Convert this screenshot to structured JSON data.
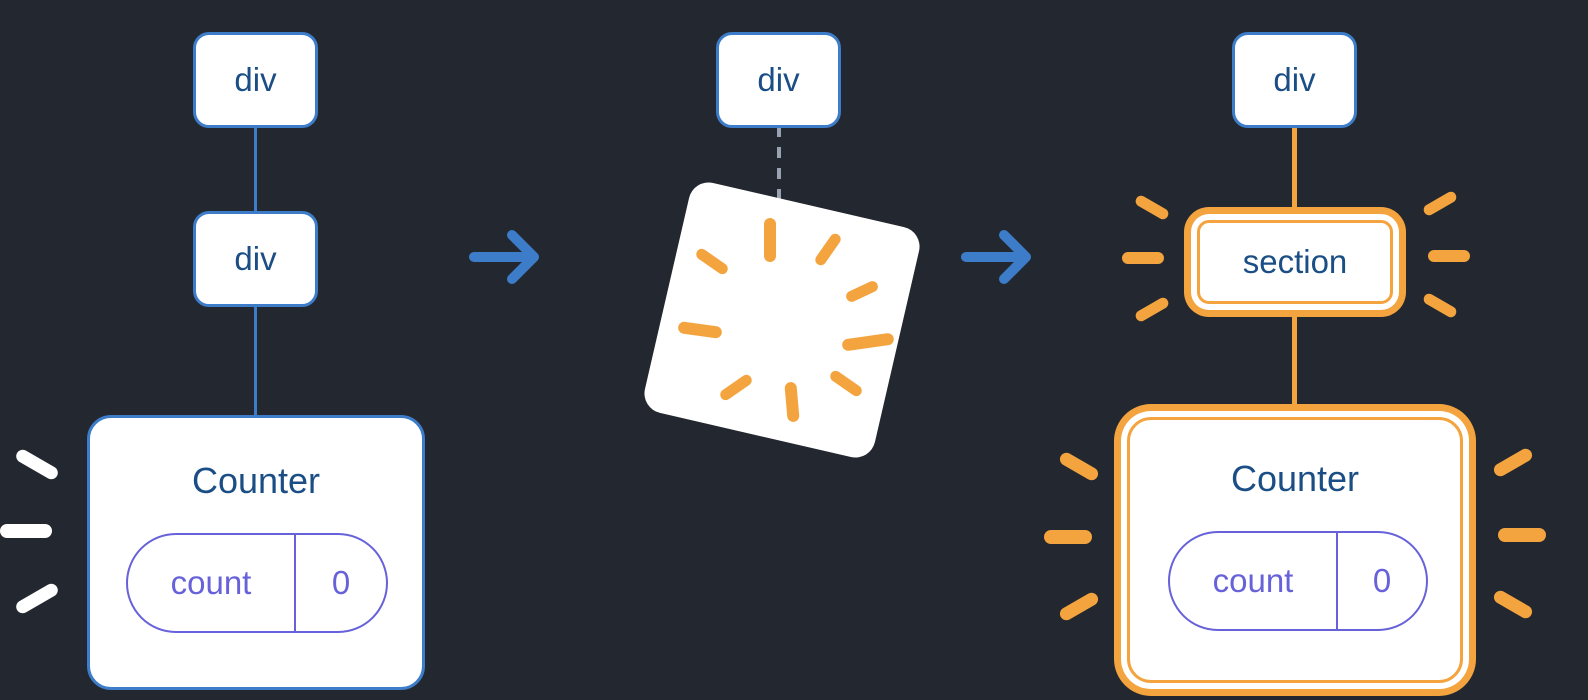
{
  "before": {
    "root": "div",
    "child": "div",
    "component": "Counter",
    "state": {
      "key": "count",
      "value": "0"
    }
  },
  "during": {
    "root": "div"
  },
  "after": {
    "root": "div",
    "child": "section",
    "component": "Counter",
    "state": {
      "key": "count",
      "value": "0"
    }
  },
  "icons": {
    "arrow": "arrow-right-icon",
    "spark": "spark-icon",
    "poof": "poof-square-icon"
  },
  "colors": {
    "background": "#23272F",
    "node_border_blue": "#3D7CC9",
    "node_text_navy": "#1A4E85",
    "state_purple": "#6762D9",
    "highlight_orange": "#F4A43F",
    "dashed_gray": "#98A2B3",
    "box_white": "#FFFFFF"
  }
}
